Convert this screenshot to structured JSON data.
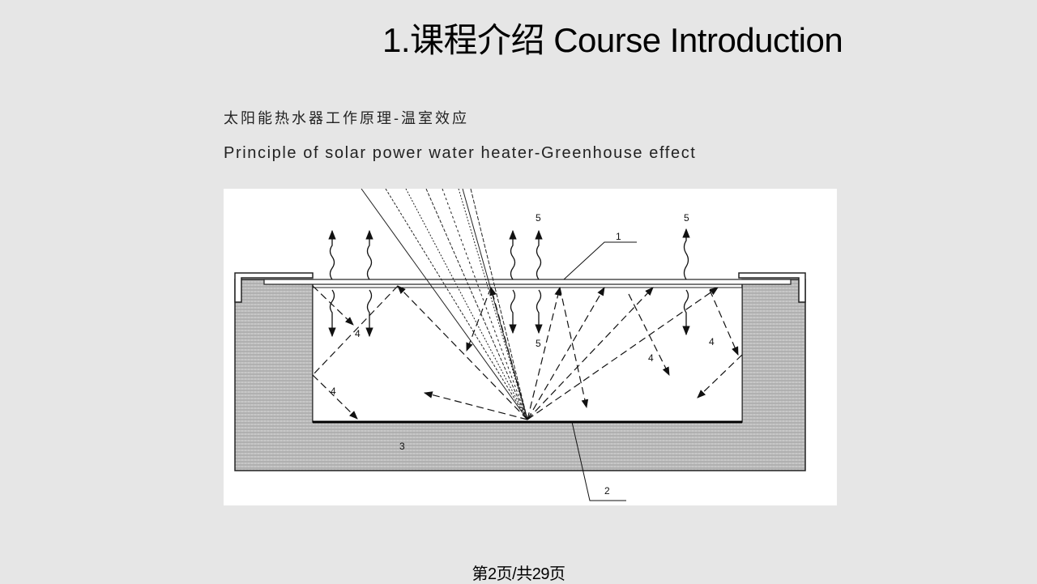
{
  "slide": {
    "title": "1.课程介绍 Course Introduction",
    "subtitle_cn": "太阳能热水器工作原理-温室效应",
    "subtitle_en": "Principle of solar power water heater-Greenhouse effect",
    "page_indicator": "第2页/共29页"
  },
  "diagram": {
    "labels": {
      "glass_cover": "1",
      "absorber_plate": "2",
      "insulation": "3",
      "reflected_a": "4",
      "reflected_b": "4",
      "reflected_c": "4",
      "reflected_d": "4",
      "emitted_a": "5",
      "emitted_b": "5",
      "emitted_c": "5"
    }
  }
}
